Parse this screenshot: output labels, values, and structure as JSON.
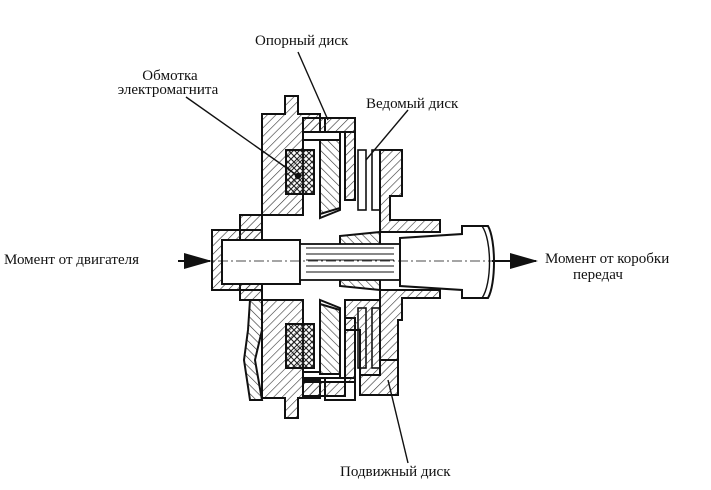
{
  "labels": {
    "support_disk": "Опорный диск",
    "coil_line1": "Обмотка",
    "coil_line2": "электромагнита",
    "driven_disk": "Ведомый диск",
    "engine_torque": "Момент от двигателя",
    "gearbox_torque_line1": "Момент от коробки",
    "gearbox_torque_line2": "передач",
    "movable_disk": "Подвижный диск"
  },
  "colors": {
    "ink": "#111111",
    "background": "#ffffff",
    "hatch": "#333333"
  }
}
